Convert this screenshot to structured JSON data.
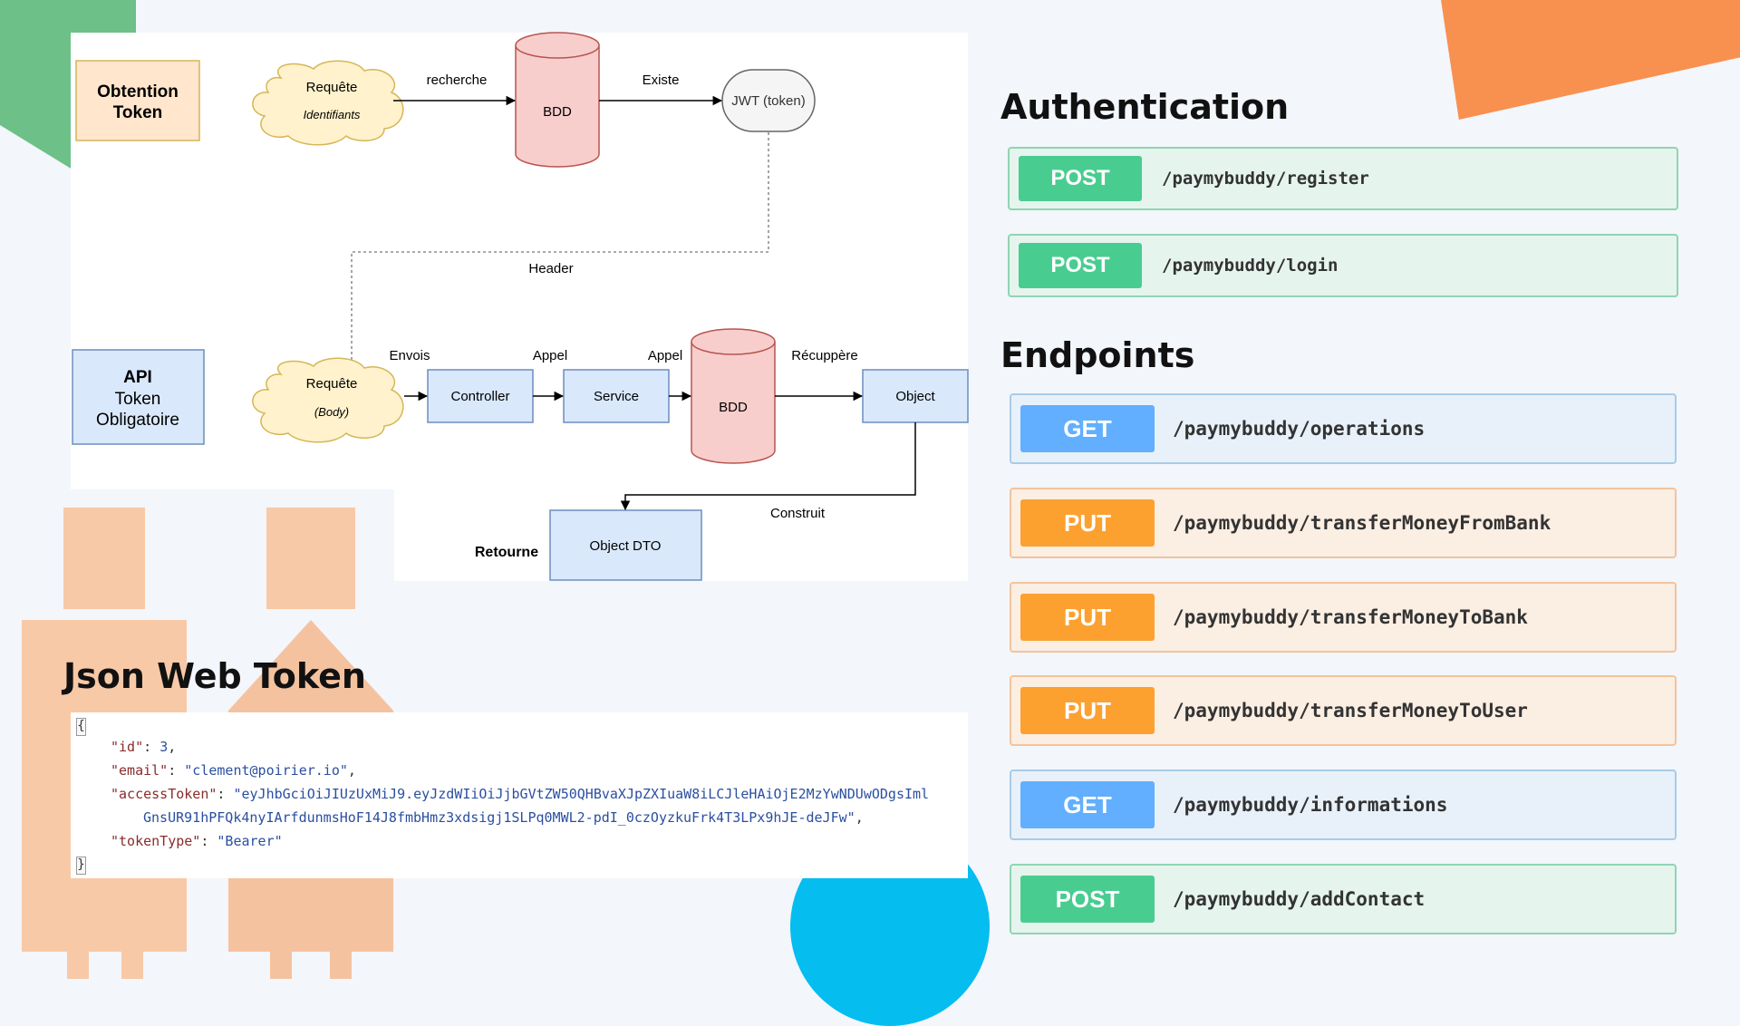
{
  "diagram": {
    "obtention_title": [
      "Obtention",
      "Token"
    ],
    "api_title": [
      "API",
      "Token",
      "Obligatoire"
    ],
    "request1": {
      "title": "Requête",
      "sub": "Identifiants"
    },
    "request2": {
      "title": "Requête",
      "sub": "(Body)"
    },
    "bdd_top": "BDD",
    "bdd_bottom": "BDD",
    "jwt": "JWT (token)",
    "controller": "Controller",
    "service": "Service",
    "object": "Object",
    "object_dto": "Object DTO",
    "edge_labels": {
      "recherche": "recherche",
      "existe": "Existe",
      "header": "Header",
      "envois": "Envois",
      "appel1": "Appel",
      "appel2": "Appel",
      "recuppere": "Récuppère",
      "construit": "Construit",
      "retourne": "Retourne"
    },
    "colors": {
      "orange_box": "#ffe6cc",
      "blue_box": "#dae8fc",
      "cylinder": "#f8cecc",
      "cloud": "#fff2cc"
    }
  },
  "jwt_section": {
    "title": "Json Web Token",
    "json": {
      "open": "{",
      "close": "}",
      "id_key": "\"id\"",
      "id_val": "3",
      "email_key": "\"email\"",
      "email_val": "\"clement@poirier.io\"",
      "token_key": "\"accessToken\"",
      "token_val_1": "\"eyJhbGciOiJIUzUxMiJ9.eyJzdWIiOiJjbGVtZW50QHBvaXJpZXIuaW8iLCJleHAiOjE2MzYwNDUwODgsIml",
      "token_val_2": "GnsUR91hPFQk4nyIArfdunmsHoF14J8fmbHmz3xdsigj1SLPq0MWL2-pdI_0czOyzkuFrk4T3LPx9hJE-deJFw\"",
      "type_key": "\"tokenType\"",
      "type_val": "\"Bearer\""
    }
  },
  "authentication": {
    "title": "Authentication",
    "endpoints": [
      {
        "method": "POST",
        "path": "/paymybuddy/register"
      },
      {
        "method": "POST",
        "path": "/paymybuddy/login"
      }
    ]
  },
  "endpoints": {
    "title": "Endpoints",
    "items": [
      {
        "method": "GET",
        "path": "/paymybuddy/operations"
      },
      {
        "method": "PUT",
        "path": "/paymybuddy/transferMoneyFromBank"
      },
      {
        "method": "PUT",
        "path": "/paymybuddy/transferMoneyToBank"
      },
      {
        "method": "PUT",
        "path": "/paymybuddy/transferMoneyToUser"
      },
      {
        "method": "GET",
        "path": "/paymybuddy/informations"
      },
      {
        "method": "POST",
        "path": "/paymybuddy/addContact"
      }
    ]
  },
  "method_colors": {
    "POST": "#49cc90",
    "GET": "#61affe",
    "PUT": "#fca130"
  }
}
